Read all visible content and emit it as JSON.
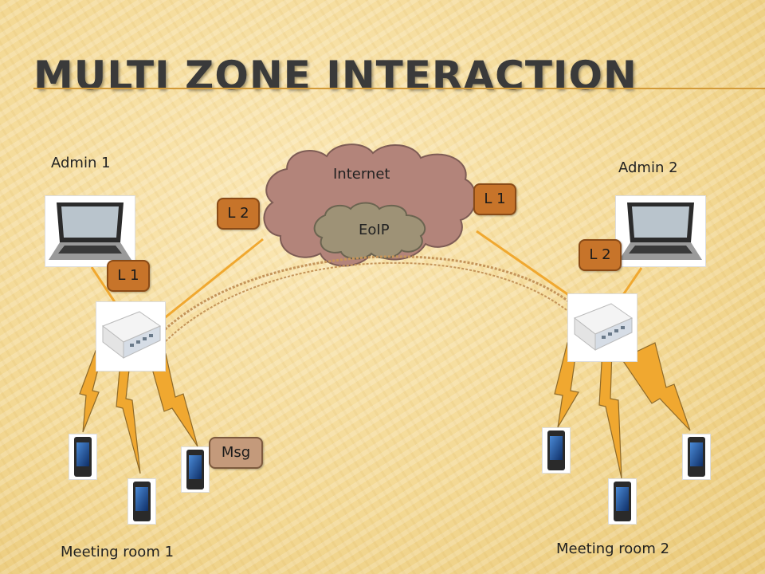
{
  "title": "Multi Zone Interaction",
  "labels": {
    "admin1": "Admin 1",
    "admin2": "Admin 2",
    "internet": "Internet",
    "eoip": "EoIP",
    "room1": "Meeting room 1",
    "room2": "Meeting room 2"
  },
  "tags": {
    "left_l1": "L 1",
    "left_l2": "L 2",
    "right_l1": "L 1",
    "right_l2": "L 2",
    "msg": "Msg"
  },
  "colors": {
    "link": "#f0a830",
    "lightning": "#f0a830",
    "cloud_outer": "#b3847a",
    "cloud_inner": "#9e9276",
    "tag": "#c7742a",
    "msg_tag": "#c49a7b"
  },
  "icons": [
    "laptop-icon",
    "router-icon",
    "smartphone-icon",
    "cloud-icon",
    "lightning-icon"
  ]
}
